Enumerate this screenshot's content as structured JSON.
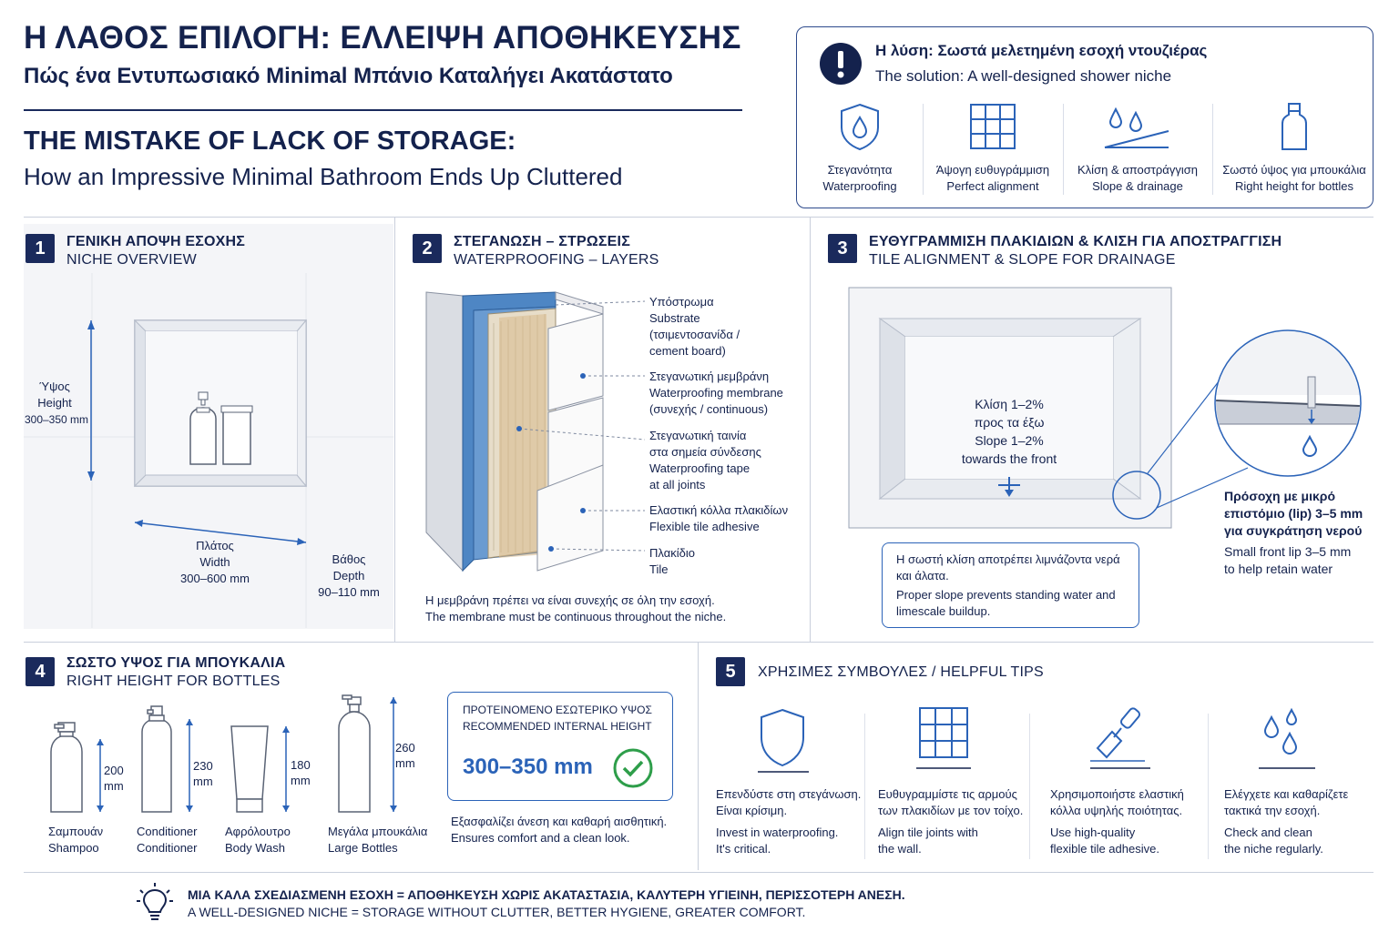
{
  "colors": {
    "navy": "#14224d",
    "blue": "#2b63b8",
    "accent_green": "#2e9e4a",
    "membrane": "#4e86c4"
  },
  "header": {
    "title_gr": "Η ΛΑΘΟΣ ΕΠΙΛΟΓΗ: ΕΛΛΕΙΨΗ ΑΠΟΘΗΚΕΥΣΗΣ",
    "subtitle_gr": "Πώς ένα Εντυπωσιακό Minimal Μπάνιο Καταλήγει Ακατάστατο",
    "title_en": "THE MISTAKE OF LACK OF STORAGE:",
    "subtitle_en": "How an Impressive Minimal Bathroom Ends Up Cluttered"
  },
  "solution": {
    "title_gr": "Η λύση: Σωστά μελετημένη εσοχή ντουζιέρας",
    "title_en": "The solution: A well-designed shower niche",
    "items": [
      {
        "icon": "shield-drop-icon",
        "gr": "Στεγανότητα",
        "en": "Waterproofing"
      },
      {
        "icon": "grid-icon",
        "gr": "Άψογη ευθυγράμμιση",
        "en": "Perfect alignment"
      },
      {
        "icon": "slope-drops-icon",
        "gr": "Κλίση & αποστράγγιση",
        "en": "Slope & drainage"
      },
      {
        "icon": "bottle-icon",
        "gr": "Σωστό ύψος για μπουκάλια",
        "en": "Right height for bottles"
      }
    ]
  },
  "sections": {
    "s1": {
      "num": "1",
      "title_gr": "ΓΕΝΙΚΗ ΑΠΟΨΗ ΕΣΟΧΗΣ",
      "title_en": "NICHE OVERVIEW",
      "height_gr": "Ύψος",
      "height_en": "Height",
      "height_val": "300–350 mm",
      "width_gr": "Πλάτος",
      "width_en": "Width",
      "width_val": "300–600 mm",
      "depth_gr": "Βάθος",
      "depth_en": "Depth",
      "depth_val": "90–110 mm"
    },
    "s2": {
      "num": "2",
      "title_gr": "ΣΤΕΓΑΝΩΣΗ – ΣΤΡΩΣΕΙΣ",
      "title_en": "WATERPROOFING – LAYERS",
      "layers": [
        {
          "lines": [
            "Υπόστρωμα",
            "Substrate",
            "(τσιμεντοσανίδα /",
            "cement board)"
          ]
        },
        {
          "lines": [
            "Στεγανωτική μεμβράνη",
            "Waterproofing membrane",
            "(συνεχής / continuous)"
          ]
        },
        {
          "lines": [
            "Στεγανωτική ταινία",
            "στα σημεία σύνδεσης",
            "Waterproofing tape",
            "at all joints"
          ]
        },
        {
          "lines": [
            "Ελαστική κόλλα πλακιδίων",
            "Flexible tile adhesive"
          ]
        },
        {
          "lines": [
            "Πλακίδιο",
            "Tile"
          ]
        }
      ],
      "note_gr": "Η μεμβράνη πρέπει να είναι συνεχής σε όλη την εσοχή.",
      "note_en": "The membrane must be continuous throughout the niche."
    },
    "s3": {
      "num": "3",
      "title_gr": "ΕΥΘΥΓΡΑΜΜΙΣΗ ΠΛΑΚΙΔΙΩΝ & ΚΛΙΣΗ ΓΙΑ ΑΠΟΣΤΡΑΓΓΙΣΗ",
      "title_en": "TILE ALIGNMENT & SLOPE FOR DRAINAGE",
      "slope_gr1": "Κλίση 1–2%",
      "slope_gr2": "προς τα έξω",
      "slope_en1": "Slope 1–2%",
      "slope_en2": "towards the front",
      "note_gr": "Η σωστή κλίση αποτρέπει λιμνάζοντα νερά και άλατα.",
      "note_en": "Proper slope prevents standing water and limescale buildup.",
      "lip_gr1": "Πρόσοχη με μικρό",
      "lip_gr2": "επιστόμιο (lip) 3–5 mm",
      "lip_gr3": "για συγκράτηση νερού",
      "lip_en1": "Small front lip 3–5 mm",
      "lip_en2": "to help retain water"
    },
    "s4": {
      "num": "4",
      "title_gr": "ΣΩΣΤΟ ΥΨΟΣ ΓΙΑ ΜΠΟΥΚΑΛΙΑ",
      "title_en": "RIGHT HEIGHT FOR BOTTLES",
      "bottles": [
        {
          "gr": "Σαμπουάν",
          "en": "Shampoo",
          "h": "200",
          "unit": "mm"
        },
        {
          "gr": "Conditioner",
          "en": "Conditioner",
          "h": "230",
          "unit": "mm"
        },
        {
          "gr": "Αφρόλουτρο",
          "en": "Body Wash",
          "h": "180",
          "unit": "mm"
        },
        {
          "gr": "Μεγάλα μπουκάλια",
          "en": "Large Bottles",
          "h": "260",
          "unit": "mm"
        }
      ],
      "rec_gr": "ΠΡΟΤΕΙΝΟΜΕΝΟ ΕΣΩΤΕΡΙΚΟ ΥΨΟΣ",
      "rec_en": "RECOMMENDED INTERNAL HEIGHT",
      "rec_val": "300–350 mm",
      "note_gr": "Εξασφαλίζει άνεση και καθαρή αισθητική.",
      "note_en": "Ensures comfort and a clean look."
    },
    "s5": {
      "num": "5",
      "title": "ΧΡΗΣΙΜΕΣ ΣΥΜΒΟΥΛΕΣ / HELPFUL TIPS",
      "tips": [
        {
          "icon": "shield-icon",
          "gr1": "Επενδύστε στη στεγάνωση.",
          "gr2": "Είναι κρίσιμη.",
          "en1": "Invest in waterproofing.",
          "en2": "It's critical."
        },
        {
          "icon": "grid-icon",
          "gr1": "Ευθυγραμμίστε τις αρμούς",
          "gr2": "των πλακιδίων με τον τοίχο.",
          "en1": "Align tile joints with",
          "en2": "the wall."
        },
        {
          "icon": "trowel-icon",
          "gr1": "Χρησιμοποιήστε ελαστική",
          "gr2": "κόλλα υψηλής ποιότητας.",
          "en1": "Use high-quality",
          "en2": "flexible tile adhesive."
        },
        {
          "icon": "drops-icon",
          "gr1": "Ελέγχετε και καθαρίζετε",
          "gr2": "τακτικά την εσοχή.",
          "en1": "Check and clean",
          "en2": "the niche regularly."
        }
      ]
    }
  },
  "footer": {
    "gr": "ΜΙΑ ΚΑΛΑ ΣΧΕΔΙΑΣΜΕΝΗ ΕΣΟΧΗ = ΑΠΟΘΗΚΕΥΣΗ ΧΩΡΙΣ ΑΚΑΤΑΣΤΑΣΙΑ, ΚΑΛΥΤΕΡΗ ΥΓΙΕΙΝΗ, ΠΕΡΙΣΣΟΤΕΡΗ ΑΝΕΣΗ.",
    "en": "A WELL-DESIGNED NICHE = STORAGE WITHOUT CLUTTER, BETTER HYGIENE, GREATER COMFORT."
  }
}
